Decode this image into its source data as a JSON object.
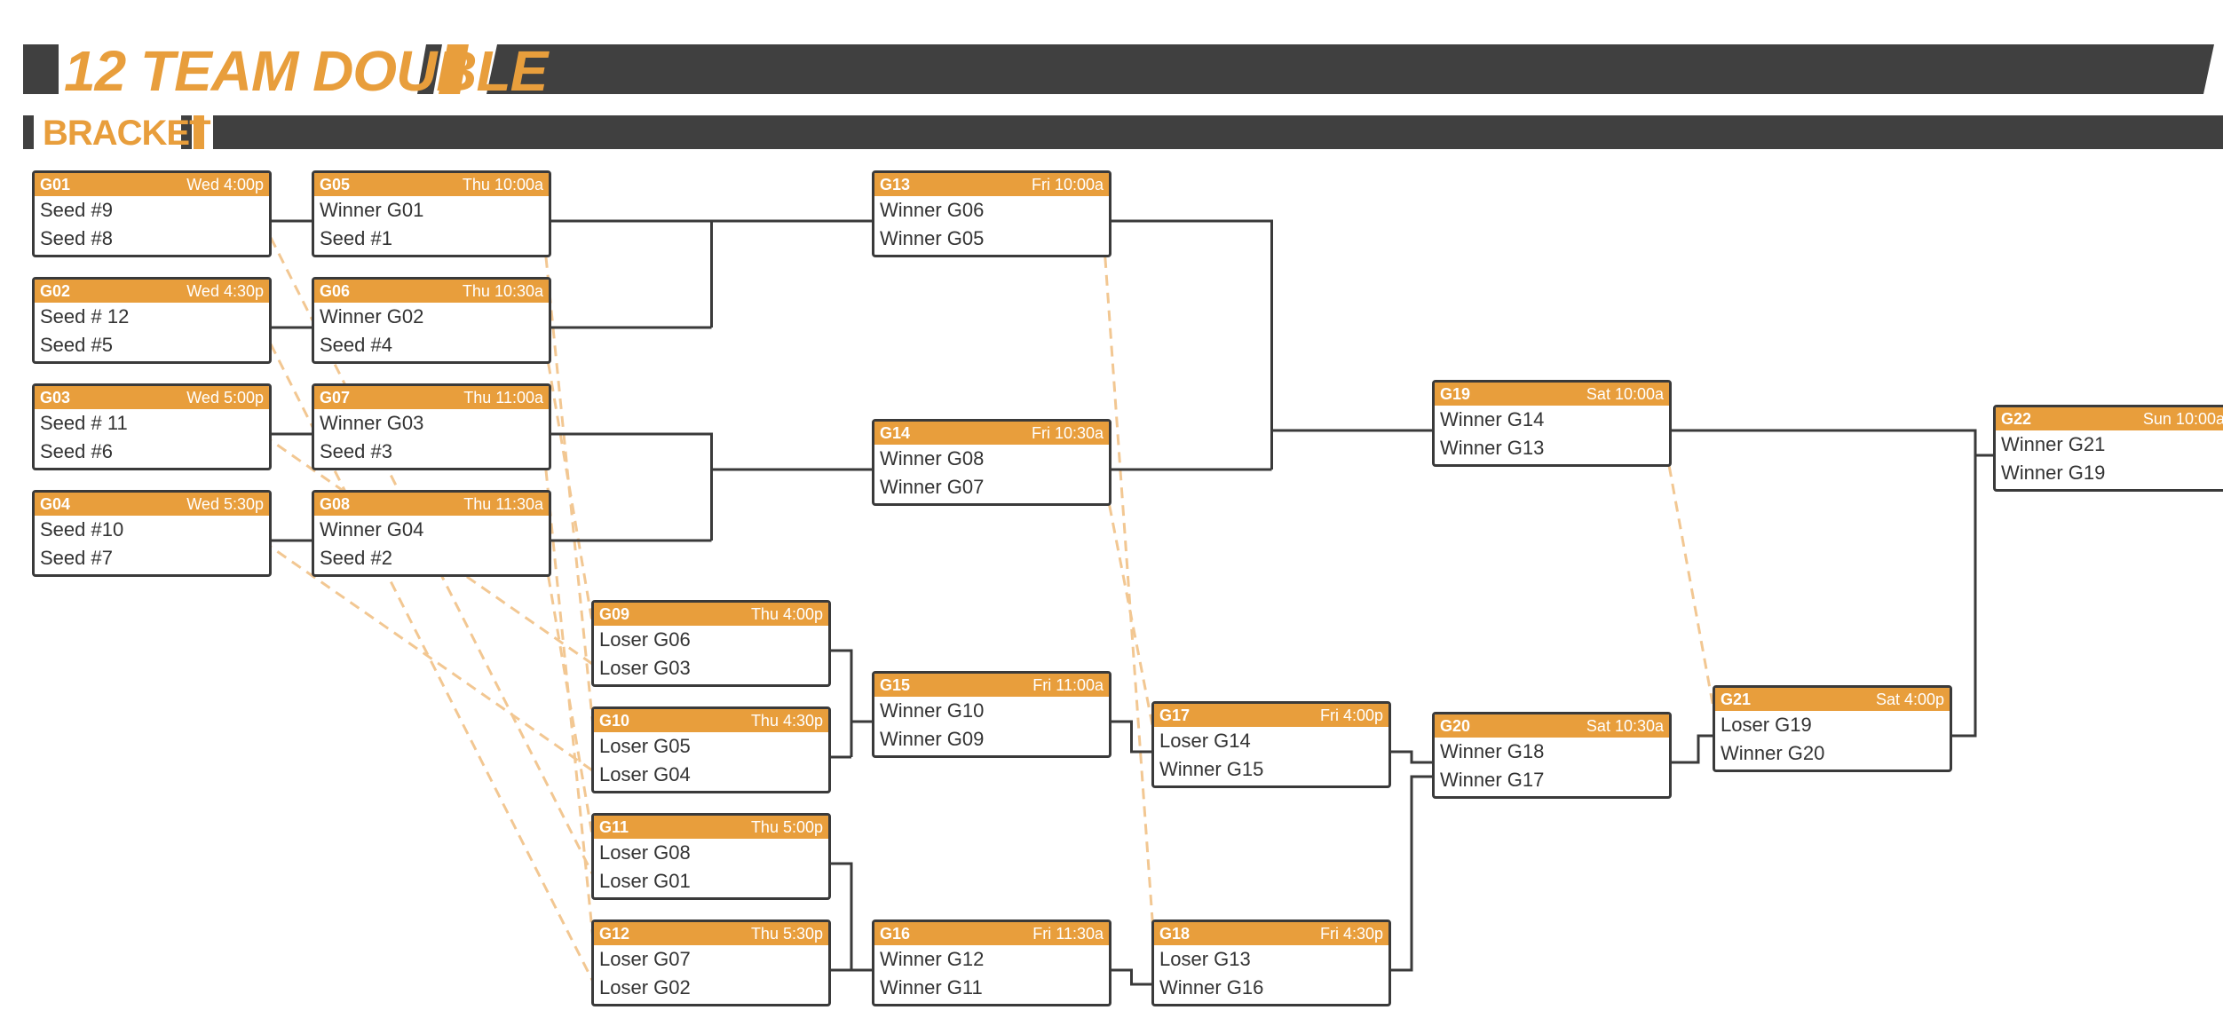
{
  "title": "12 TEAM DOUBLE",
  "subtitle": "BRACKET",
  "colors": {
    "accent": "#E89E3C",
    "dark": "#404040",
    "border": "#3a3a3a",
    "loser_line": "#F2C792"
  },
  "games": [
    {
      "id": "G01",
      "time": "Wed 4:00p",
      "teams": [
        "Seed #9",
        "Seed #8"
      ]
    },
    {
      "id": "G02",
      "time": "Wed 4:30p",
      "teams": [
        "Seed # 12",
        "Seed #5"
      ]
    },
    {
      "id": "G03",
      "time": "Wed 5:00p",
      "teams": [
        "Seed # 11",
        "Seed #6"
      ]
    },
    {
      "id": "G04",
      "time": "Wed 5:30p",
      "teams": [
        "Seed #10",
        "Seed #7"
      ]
    },
    {
      "id": "G05",
      "time": "Thu 10:00a",
      "teams": [
        "Winner G01",
        "Seed #1"
      ]
    },
    {
      "id": "G06",
      "time": "Thu 10:30a",
      "teams": [
        "Winner G02",
        "Seed #4"
      ]
    },
    {
      "id": "G07",
      "time": "Thu 11:00a",
      "teams": [
        "Winner G03",
        "Seed #3"
      ]
    },
    {
      "id": "G08",
      "time": "Thu 11:30a",
      "teams": [
        "Winner G04",
        "Seed #2"
      ]
    },
    {
      "id": "G09",
      "time": "Thu 4:00p",
      "teams": [
        "Loser G06",
        "Loser G03"
      ]
    },
    {
      "id": "G10",
      "time": "Thu 4:30p",
      "teams": [
        "Loser G05",
        "Loser G04"
      ]
    },
    {
      "id": "G11",
      "time": "Thu 5:00p",
      "teams": [
        "Loser G08",
        "Loser G01"
      ]
    },
    {
      "id": "G12",
      "time": "Thu 5:30p",
      "teams": [
        "Loser G07",
        "Loser G02"
      ]
    },
    {
      "id": "G13",
      "time": "Fri 10:00a",
      "teams": [
        "Winner G06",
        "Winner G05"
      ]
    },
    {
      "id": "G14",
      "time": "Fri 10:30a",
      "teams": [
        "Winner G08",
        "Winner G07"
      ]
    },
    {
      "id": "G15",
      "time": "Fri 11:00a",
      "teams": [
        "Winner G10",
        "Winner G09"
      ]
    },
    {
      "id": "G16",
      "time": "Fri 11:30a",
      "teams": [
        "Winner G12",
        "Winner G11"
      ]
    },
    {
      "id": "G17",
      "time": "Fri 4:00p",
      "teams": [
        "Loser G14",
        "Winner G15"
      ]
    },
    {
      "id": "G18",
      "time": "Fri 4:30p",
      "teams": [
        "Loser G13",
        "Winner G16"
      ]
    },
    {
      "id": "G19",
      "time": "Sat 10:00a",
      "teams": [
        "Winner G14",
        "Winner G13"
      ]
    },
    {
      "id": "G20",
      "time": "Sat 10:30a",
      "teams": [
        "Winner G18",
        "Winner G17"
      ]
    },
    {
      "id": "G21",
      "time": "Sat 4:00p",
      "teams": [
        "Loser G19",
        "Winner G20"
      ]
    },
    {
      "id": "G22",
      "time": "Sun 10:00a",
      "teams": [
        "Winner G21",
        "Winner G19"
      ]
    }
  ]
}
